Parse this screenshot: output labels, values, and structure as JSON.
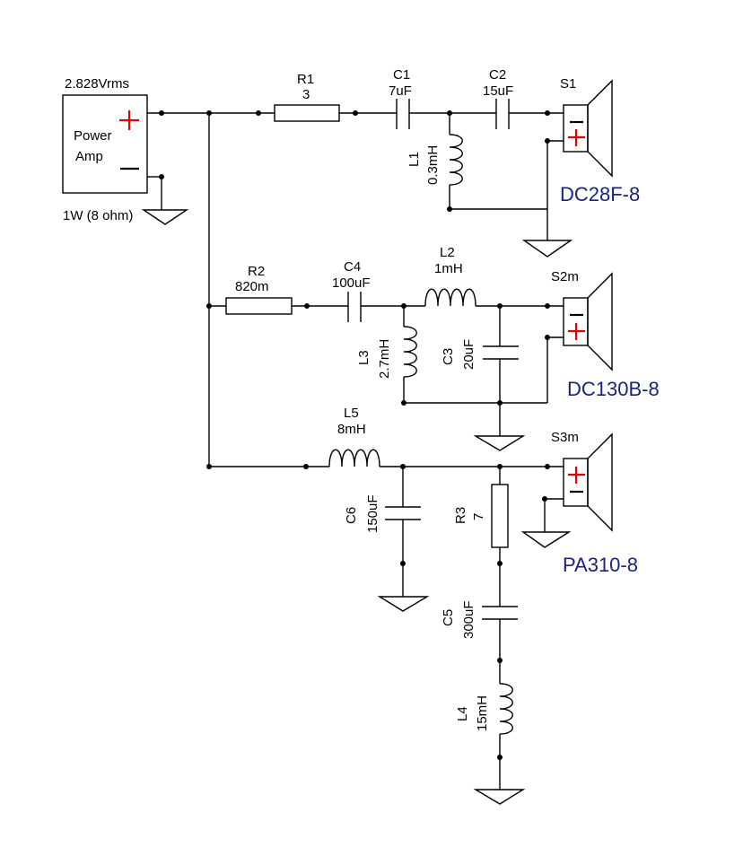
{
  "amp": {
    "voltage": "2.828Vrms",
    "line1": "Power",
    "line2": "Amp",
    "power": "1W (8 ohm)"
  },
  "components": {
    "R1": {
      "name": "R1",
      "value": "3"
    },
    "R2": {
      "name": "R2",
      "value": "820m"
    },
    "R3": {
      "name": "R3",
      "value": "7"
    },
    "C1": {
      "name": "C1",
      "value": "7uF"
    },
    "C2": {
      "name": "C2",
      "value": "15uF"
    },
    "C3": {
      "name": "C3",
      "value": "20uF"
    },
    "C4": {
      "name": "C4",
      "value": "100uF"
    },
    "C5": {
      "name": "C5",
      "value": "300uF"
    },
    "C6": {
      "name": "C6",
      "value": "150uF"
    },
    "L1": {
      "name": "L1",
      "value": "0.3mH"
    },
    "L2": {
      "name": "L2",
      "value": "1mH"
    },
    "L3": {
      "name": "L3",
      "value": "2.7mH"
    },
    "L4": {
      "name": "L4",
      "value": "15mH"
    },
    "L5": {
      "name": "L5",
      "value": "8mH"
    }
  },
  "speakers": {
    "S1": {
      "name": "S1",
      "model": "DC28F-8"
    },
    "S2": {
      "name": "S2m",
      "model": "DC130B-8"
    },
    "S3": {
      "name": "S3m",
      "model": "PA310-8"
    }
  },
  "colors": {
    "wire": "#000000",
    "polarity_plus": "#e00000",
    "model_label": "#1a237e"
  }
}
